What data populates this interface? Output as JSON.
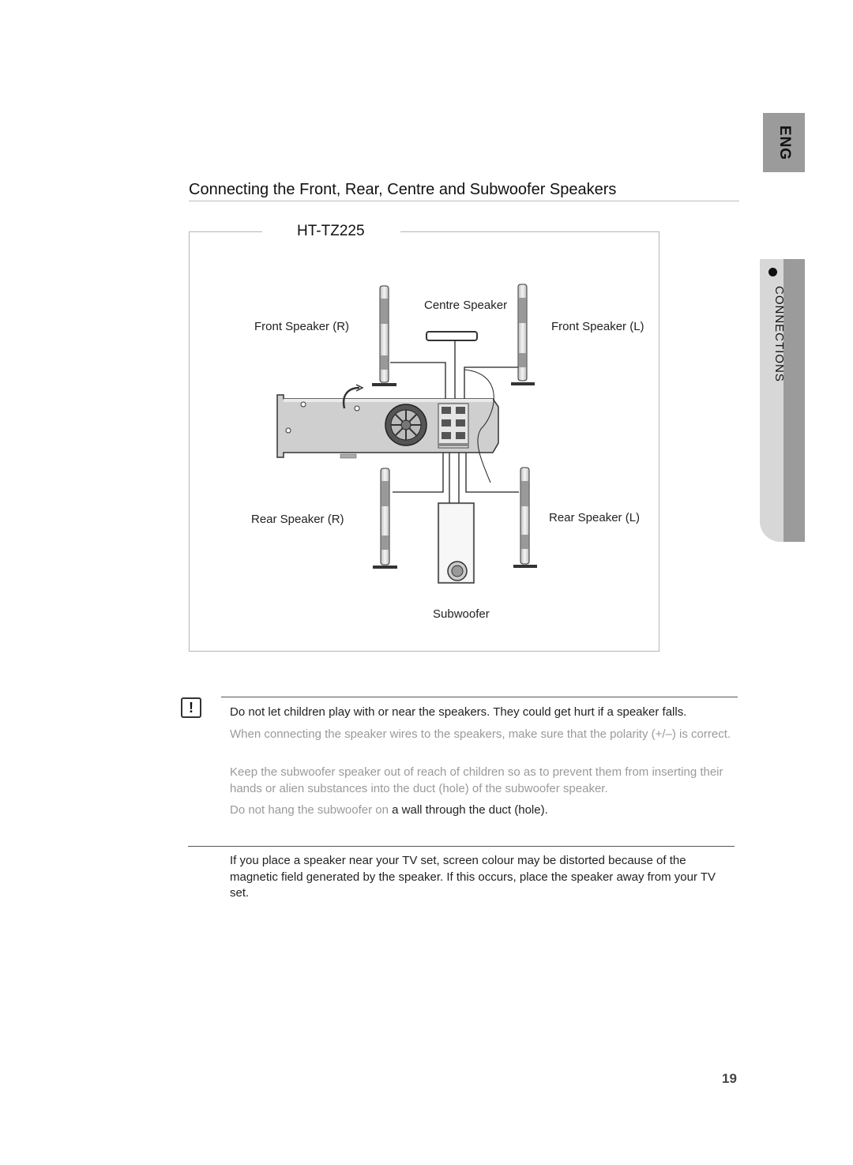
{
  "side_tabs": {
    "language": "ENG",
    "section": "CONNECTIONS"
  },
  "title": "Connecting the Front, Rear, Centre and Subwoofer Speakers",
  "diagram": {
    "model": "HT-TZ225",
    "labels": {
      "centre": "Centre Speaker",
      "front_r": "Front Speaker (R)",
      "front_l": "Front Speaker (L)",
      "rear_r": "Rear Speaker (R)",
      "rear_l": "Rear Speaker (L)",
      "subwoofer": "Subwoofer"
    }
  },
  "notes": {
    "icon": "!",
    "n1": "Do not let children play with or near the speakers. They could get hurt if a speaker falls.",
    "n2": "When connecting the speaker wires to the speakers, make sure that the polarity (+/–) is correct.",
    "n3": "Keep the subwoofer speaker out of reach of children so as to prevent them from inserting their hands or alien substances into the duct (hole) of the subwoofer speaker.",
    "n4_light": "Do not hang the subwoofer on ",
    "n4_dark": "a wall through the duct (hole).",
    "n5": "If you place a speaker near your TV set, screen colour may be distorted because of the magnetic field generated by the speaker. If this occurs, place the speaker away from your TV set."
  },
  "page_number": "19"
}
